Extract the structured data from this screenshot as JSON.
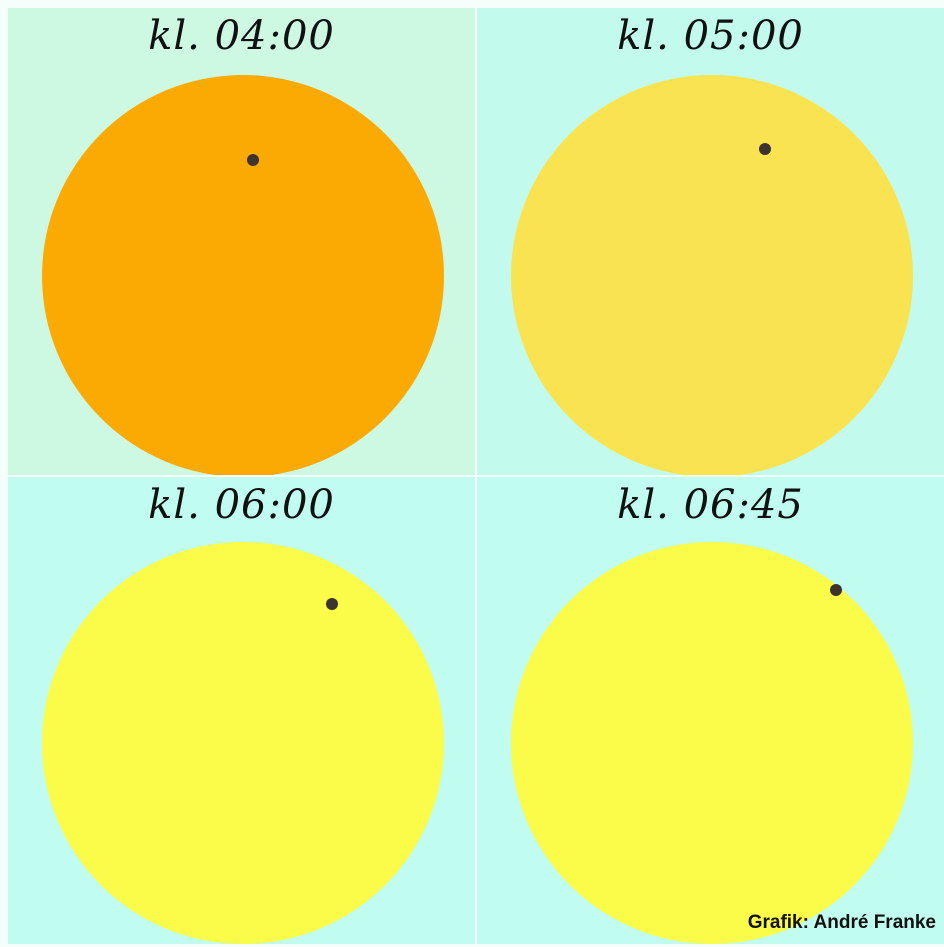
{
  "panels": [
    {
      "title": "kl. 04:00",
      "background": "#cdf8e2",
      "sun_color": "#fbaa03",
      "planet_color": "#3d3430"
    },
    {
      "title": "kl. 05:00",
      "background": "#c2fbee",
      "sun_color": "#f9e350",
      "planet_color": "#3d3430"
    },
    {
      "title": "kl. 06:00",
      "background": "#c0fcf0",
      "sun_color": "#fbfb49",
      "planet_color": "#3d3430"
    },
    {
      "title": "kl. 06:45",
      "background": "#c0fcf0",
      "sun_color": "#fbfb49",
      "planet_color": "#3d3430"
    }
  ],
  "credit": "Grafik: André Franke",
  "divider_color": "#f4fffb"
}
